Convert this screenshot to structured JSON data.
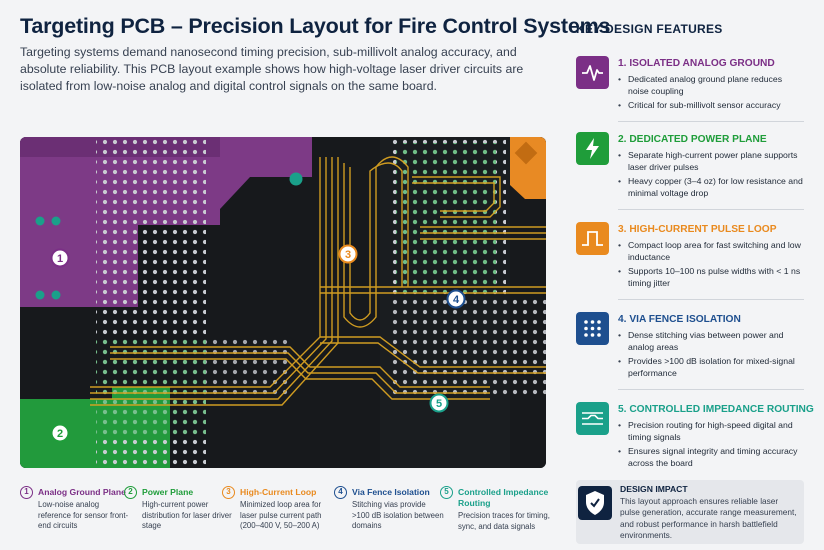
{
  "header": {
    "title": "Targeting PCB – Precision Layout for Fire Control Systems",
    "intro": "Targeting systems demand nanosecond timing precision, sub-millivolt analog accuracy, and absolute reliability. This PCB layout example shows how high-voltage laser driver circuits are isolated from low-noise analog and digital control signals on the same board."
  },
  "board": {
    "markers": [
      "1",
      "2",
      "3",
      "4",
      "5"
    ]
  },
  "legend": [
    {
      "num": "1",
      "title": "Analog Ground Plane",
      "desc": "Low-noise analog reference for sensor front-end circuits",
      "color": "#7b2f86"
    },
    {
      "num": "2",
      "title": "Power Plane",
      "desc": "High-current power distribution for laser driver stage",
      "color": "#1f9d3a"
    },
    {
      "num": "3",
      "title": "High-Current Loop",
      "desc": "Minimized loop area for laser pulse current path (200–400 V, 50–200 A)",
      "color": "#e98a1f"
    },
    {
      "num": "4",
      "title": "Via Fence Isolation",
      "desc": "Stitching vias provide >100 dB isolation between domains",
      "color": "#1e4f8f"
    },
    {
      "num": "5",
      "title": "Controlled Impedance Routing",
      "desc": "Precision traces for timing, sync, and data signals",
      "color": "#1aa08a"
    }
  ],
  "features": {
    "heading": "KEY DESIGN FEATURES",
    "items": [
      {
        "title": "1. ISOLATED ANALOG GROUND",
        "color": "#7b2f86",
        "icon": "waveform-icon",
        "bullets": [
          "Dedicated analog ground plane reduces noise coupling",
          "Critical for sub-millivolt sensor accuracy"
        ]
      },
      {
        "title": "2. DEDICATED POWER PLANE",
        "color": "#1f9d3a",
        "icon": "lightning-icon",
        "bullets": [
          "Separate high-current power plane supports laser driver pulses",
          "Heavy copper (3–4 oz) for low resistance and minimal voltage drop"
        ]
      },
      {
        "title": "3. HIGH-CURRENT PULSE LOOP",
        "color": "#e98a1f",
        "icon": "pulse-icon",
        "bullets": [
          "Compact loop area for fast switching and low inductance",
          "Supports 10–100 ns pulse widths with < 1 ns timing jitter"
        ]
      },
      {
        "title": "4. VIA FENCE ISOLATION",
        "color": "#1e4f8f",
        "icon": "via-grid-icon",
        "bullets": [
          "Dense stitching vias between power and analog areas",
          "Provides >100 dB isolation for mixed-signal performance"
        ]
      },
      {
        "title": "5. CONTROLLED IMPEDANCE ROUTING",
        "color": "#1aa08a",
        "icon": "traces-icon",
        "bullets": [
          "Precision routing for high-speed digital and timing signals",
          "Ensures signal integrity and timing accuracy across the board"
        ]
      }
    ]
  },
  "impact": {
    "title": "DESIGN IMPACT",
    "desc": "This layout approach ensures reliable laser pulse generation, accurate range measurement, and robust performance in harsh battlefield environments.",
    "icon": "shield-icon"
  }
}
